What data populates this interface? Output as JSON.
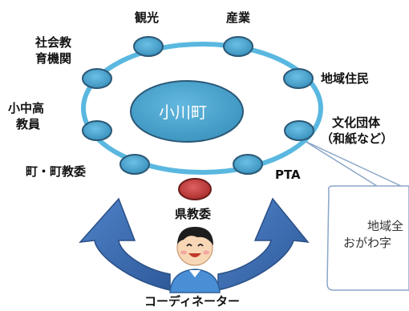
{
  "center": {
    "label": "小川町"
  },
  "nodes": {
    "kanko": "観光",
    "sangyo": "産業",
    "chiiki_jumin": "地域住民",
    "bunka_dantai": [
      "文化団体",
      "（和紙など）"
    ],
    "pta": "PTA",
    "machi_kyoi": "町・町教委",
    "shochuko": [
      "小中高",
      "教員"
    ],
    "shakai_kyoiku": [
      "社会教",
      "育機関"
    ]
  },
  "prefecture": {
    "label": "県教委"
  },
  "coordinator": {
    "label": "コーディネーター"
  },
  "callout": {
    "line1": "地域全",
    "line2": "おがわ字"
  },
  "colors": {
    "node_fill": "#4aa3cc",
    "node_stroke": "#2b5876",
    "ring": "#5ab8e0",
    "center_fill": "#4aa3cc",
    "prefecture_fill": "#c23b3b",
    "arrow_fill": "#3d6bb0",
    "callout_stroke": "#8aa6c8"
  }
}
